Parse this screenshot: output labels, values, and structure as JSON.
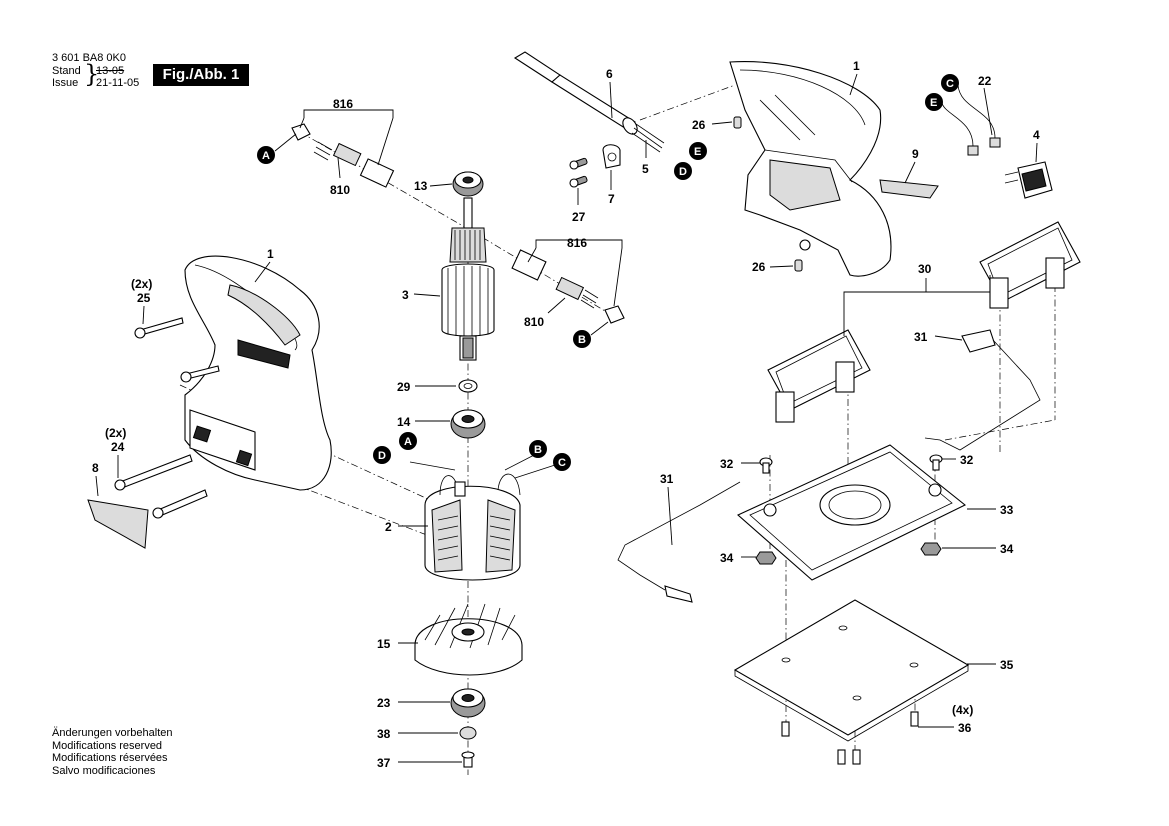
{
  "header": {
    "code": "3 601 BA8 0K0",
    "stand_label": "Stand",
    "issue_label": "Issue",
    "brace": "}",
    "date_old": "13-05",
    "date_new": "21-11-05",
    "figure_label": "Fig./Abb. 1"
  },
  "notes": [
    "Änderungen vorbehalten",
    "Modifications reserved",
    "Modifications réservées",
    "Salvo modificaciones"
  ],
  "callouts": {
    "p816a": "816",
    "p810a": "810",
    "p13": "13",
    "p6": "6",
    "p26a": "26",
    "p5": "5",
    "p27": "27",
    "p7": "7",
    "p1a": "1",
    "p22": "22",
    "p4": "4",
    "p9": "9",
    "p26b": "26",
    "p816b": "816",
    "p810b": "810",
    "p3": "3",
    "p29": "29",
    "p14": "14",
    "p2": "2",
    "p15": "15",
    "p23": "23",
    "p38": "38",
    "p37": "37",
    "p1b": "1",
    "p25": "25",
    "p25mult": "(2x)",
    "p24": "24",
    "p24mult": "(2x)",
    "p8": "8",
    "p30": "30",
    "p31a": "31",
    "p31b": "31",
    "p32a": "32",
    "p32b": "32",
    "p33": "33",
    "p34a": "34",
    "p34b": "34",
    "p35": "35",
    "p36": "36",
    "p36mult": "(4x)"
  },
  "markers": {
    "A": "A",
    "B": "B",
    "C": "C",
    "D": "D",
    "E": "E"
  }
}
